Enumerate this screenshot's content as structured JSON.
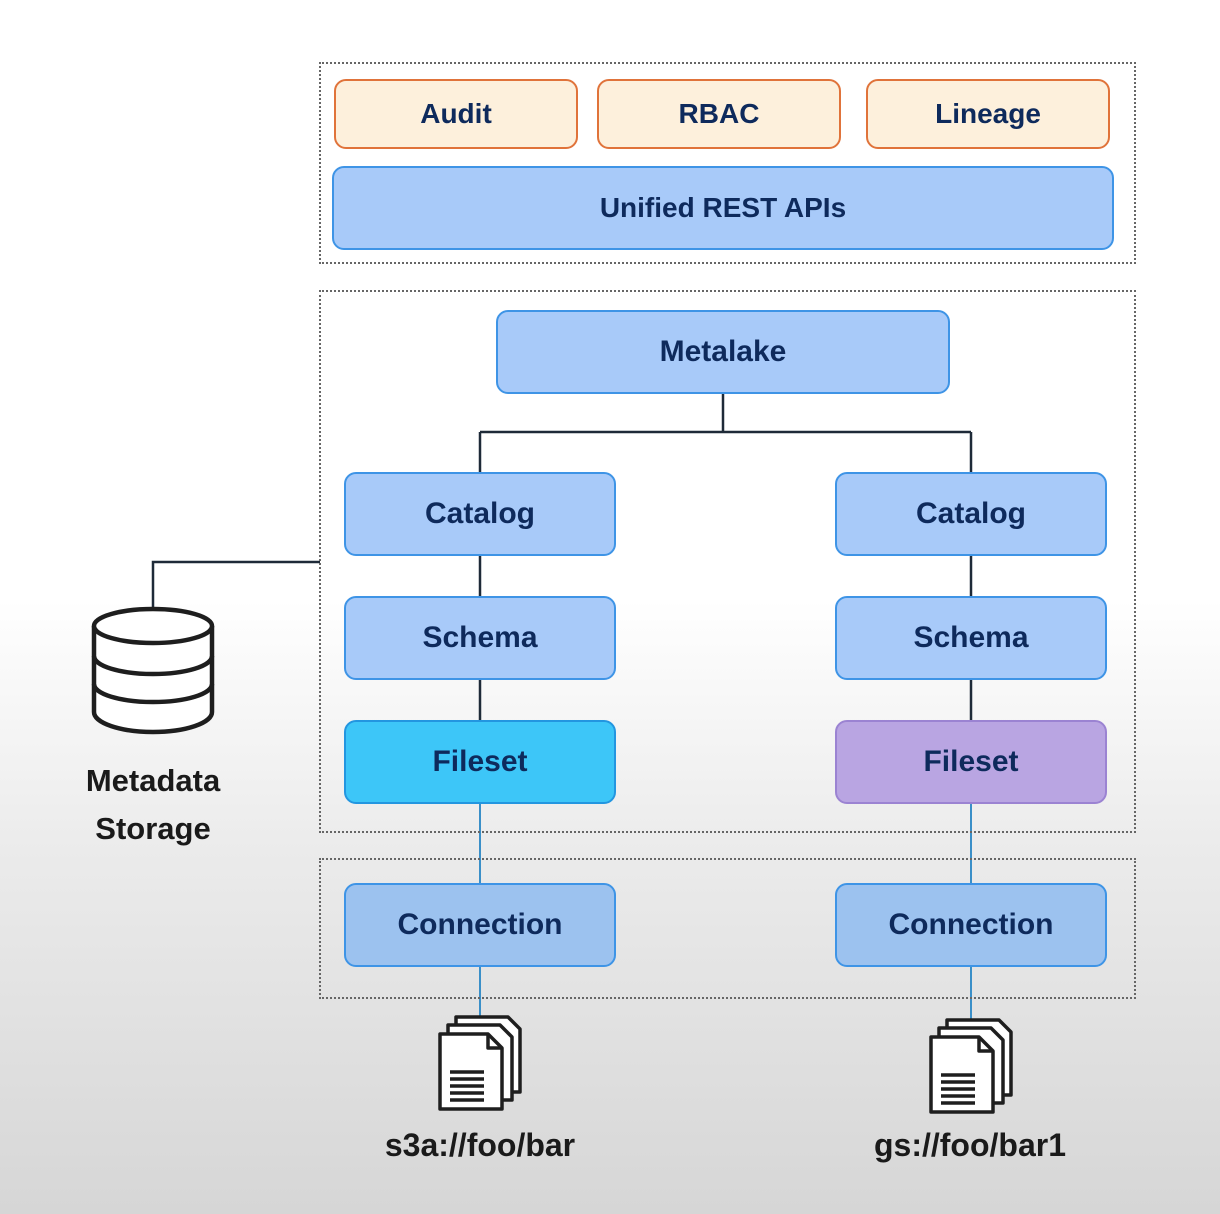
{
  "top_layer": {
    "services": [
      {
        "label": "Audit"
      },
      {
        "label": "RBAC"
      },
      {
        "label": "Lineage"
      }
    ],
    "api": {
      "label": "Unified REST APIs"
    }
  },
  "hierarchy": {
    "root": {
      "label": "Metalake"
    },
    "branches": [
      {
        "catalog": "Catalog",
        "schema": "Schema",
        "fileset": "Fileset",
        "connection": "Connection",
        "path": "s3a://foo/bar"
      },
      {
        "catalog": "Catalog",
        "schema": "Schema",
        "fileset": "Fileset",
        "connection": "Connection",
        "path": "gs://foo/bar1"
      }
    ]
  },
  "storage": {
    "label_line1": "Metadata",
    "label_line2": "Storage",
    "icon": "database-icon"
  },
  "colors": {
    "service_fill": "#fdf0dc",
    "service_border": "#e0733a",
    "entity_fill": "#a8caf9",
    "entity_border": "#3e94e6",
    "fileset_left_fill": "#3dc6f8",
    "fileset_right_fill": "#b9a5e2",
    "text": "#0e2a5c"
  }
}
